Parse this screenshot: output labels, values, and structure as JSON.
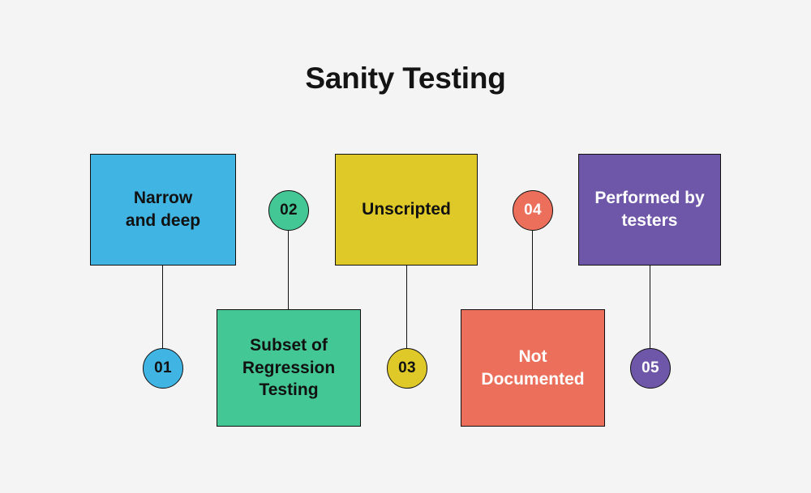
{
  "page": {
    "title": "Sanity Testing",
    "background_color": "#f4f4f4",
    "outline_color": "#111111"
  },
  "diagram": {
    "type": "numbered-feature-callouts",
    "items": [
      {
        "number": "01",
        "label": "Narrow\nand deep",
        "label_line1": "Narrow",
        "label_line2": "and deep",
        "color": "#40b4e3",
        "box_text_color": "#111111",
        "circle_text_color": "#111111",
        "box_position": "top",
        "circle_position": "bottom"
      },
      {
        "number": "02",
        "label": "Subset of\nRegression\nTesting",
        "label_line1": "Subset of",
        "label_line2": "Regression",
        "label_line3": "Testing",
        "color": "#43c795",
        "box_text_color": "#111111",
        "circle_text_color": "#111111",
        "box_position": "bottom",
        "circle_position": "top"
      },
      {
        "number": "03",
        "label": "Unscripted",
        "label_line1": "Unscripted",
        "color": "#dec929",
        "box_text_color": "#111111",
        "circle_text_color": "#111111",
        "box_position": "top",
        "circle_position": "bottom"
      },
      {
        "number": "04",
        "label": "Not\nDocumented",
        "label_line1": "Not",
        "label_line2": "Documented",
        "color": "#ec6f5b",
        "box_text_color": "#ffffff",
        "circle_text_color": "#ffffff",
        "box_position": "bottom",
        "circle_position": "top"
      },
      {
        "number": "05",
        "label": "Performed by\ntesters",
        "label_line1": "Performed by",
        "label_line2": "testers",
        "color": "#6e57a8",
        "box_text_color": "#ffffff",
        "circle_text_color": "#ffffff",
        "box_position": "top",
        "circle_position": "bottom"
      }
    ]
  }
}
